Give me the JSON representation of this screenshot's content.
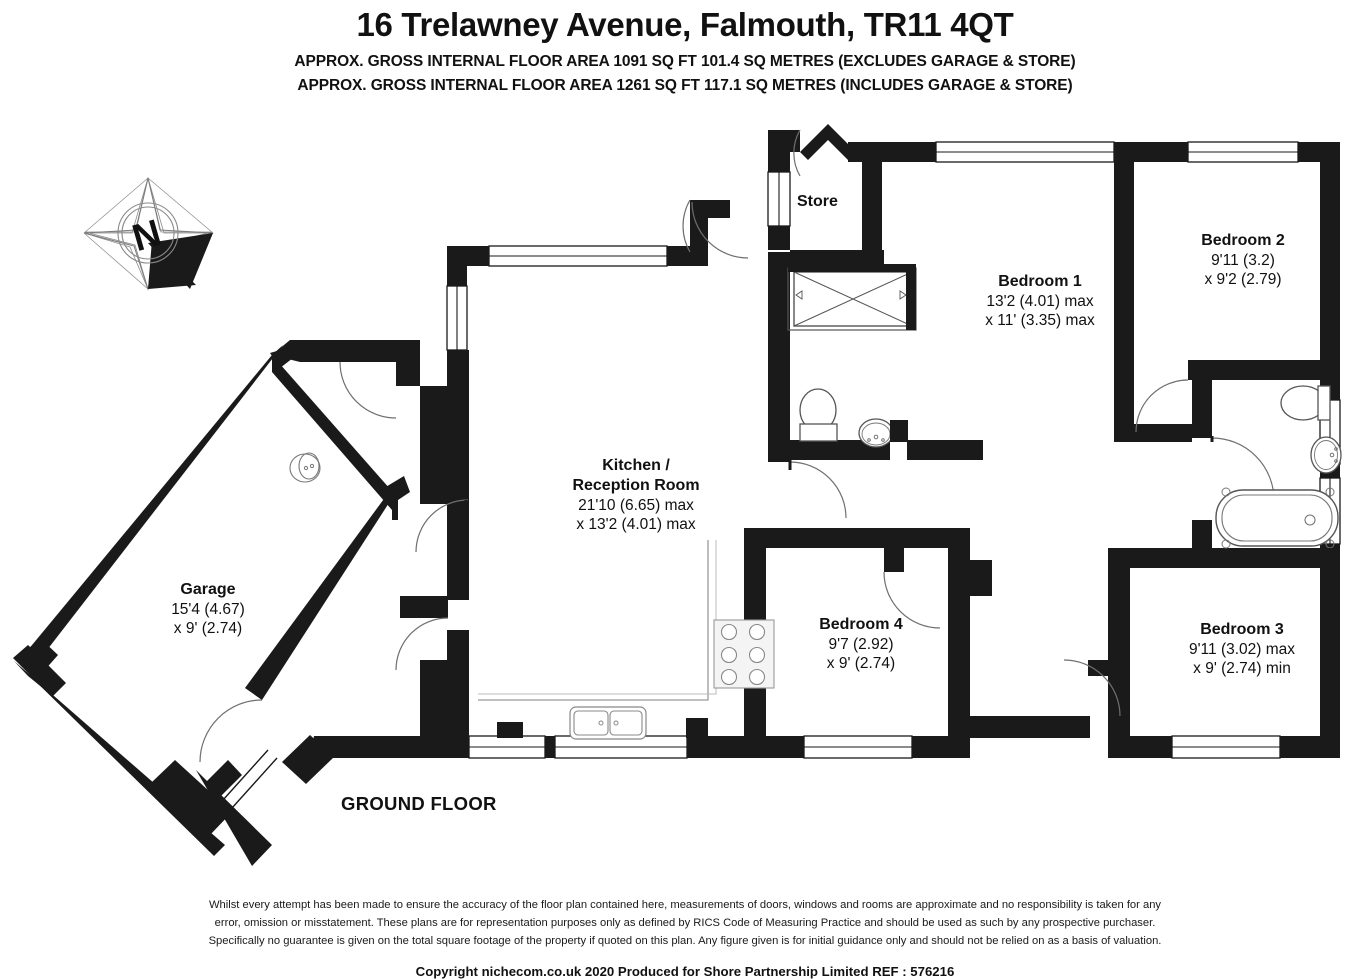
{
  "header": {
    "title": "16 Trelawney Avenue, Falmouth, TR11 4QT",
    "area_excludes": "APPROX. GROSS INTERNAL FLOOR AREA 1091 SQ FT 101.4 SQ METRES (EXCLUDES GARAGE & STORE)",
    "area_includes": "APPROX. GROSS INTERNAL FLOOR AREA 1261 SQ FT 117.1 SQ METRES (INCLUDES GARAGE & STORE)"
  },
  "compass": {
    "label": "N"
  },
  "floor_label": "GROUND FLOOR",
  "rooms": [
    {
      "key": "garage",
      "name": "Garage",
      "dim1": "15'4 (4.67)",
      "dim2": "x 9' (2.74)"
    },
    {
      "key": "kitchen_reception",
      "name_line1": "Kitchen /",
      "name_line2": "Reception Room",
      "dim1": "21'10 (6.65) max",
      "dim2": "x 13'2 (4.01) max"
    },
    {
      "key": "store",
      "name": "Store",
      "dim1": "",
      "dim2": ""
    },
    {
      "key": "bedroom1",
      "name": "Bedroom 1",
      "dim1": "13'2 (4.01) max",
      "dim2": "x 11' (3.35) max"
    },
    {
      "key": "bedroom2",
      "name": "Bedroom 2",
      "dim1": "9'11 (3.2)",
      "dim2": "x 9'2 (2.79)"
    },
    {
      "key": "bedroom3",
      "name": "Bedroom 3",
      "dim1": "9'11 (3.02) max",
      "dim2": "x 9' (2.74) min"
    },
    {
      "key": "bedroom4",
      "name": "Bedroom 4",
      "dim1": "9'7 (2.92)",
      "dim2": "x 9' (2.74)"
    }
  ],
  "footer": {
    "disclaimer_line1": "Whilst every attempt has been made to ensure the accuracy of the floor plan contained here, measurements of doors, windows and rooms are approximate and no responsibility is taken for any",
    "disclaimer_line2": "error, omission or misstatement. These plans are for representation purposes only as defined by RICS Code of Measuring Practice and should be used as such by any prospective purchaser.",
    "disclaimer_line3": "Specifically no guarantee is given on the total square footage of the property if quoted on this plan. Any figure given is for initial guidance only and should not be relied on as a basis of valuation.",
    "copyright": "Copyright nichecom.co.uk 2020  Produced for Shore Partnership Limited   REF : 576216"
  },
  "colors": {
    "wall": "#1a1a1a",
    "background": "#ffffff",
    "fixture_stroke": "#555555",
    "text": "#111111"
  }
}
